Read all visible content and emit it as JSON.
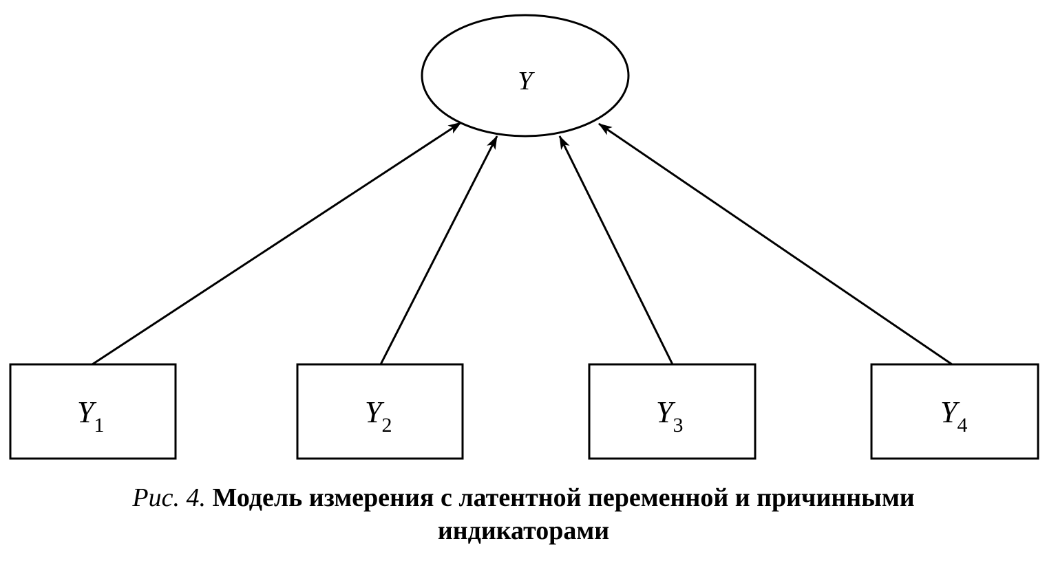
{
  "latent": {
    "label": "Y"
  },
  "indicators": [
    {
      "label": "Y",
      "subscript": "1"
    },
    {
      "label": "Y",
      "subscript": "2"
    },
    {
      "label": "Y",
      "subscript": "3"
    },
    {
      "label": "Y",
      "subscript": "4"
    }
  ],
  "caption": {
    "prefix": "Рис. 4.",
    "title_line1": "Модель измерения с латентной переменной и причинными",
    "title_line2": "индикаторами"
  }
}
